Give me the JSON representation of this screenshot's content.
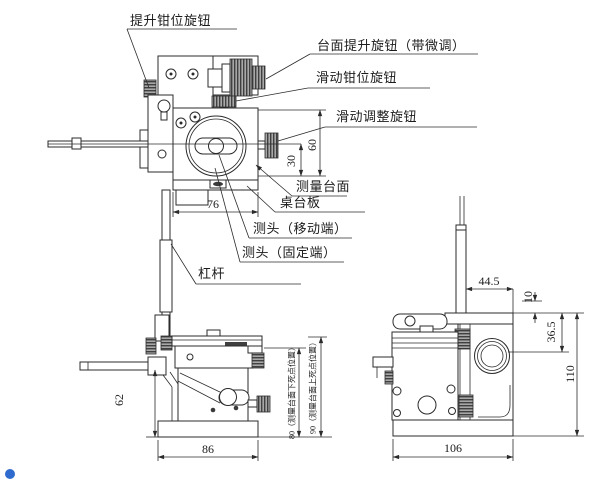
{
  "drawing": {
    "type": "engineering-orthographic-views",
    "labels": {
      "lift_clamp": "提升钳位旋钮",
      "table_lift": "台面提升旋钮（带微调）",
      "slide_clamp": "滑动钳位旋钮",
      "slide_adjust": "滑动调整旋钮",
      "measuring_table": "测量台面",
      "desk_plate": "桌台板",
      "probe_moving": "测头（移动端）",
      "probe_fixed": "测头（固定端）",
      "lever": "杠杆"
    },
    "dims": {
      "d60": "60",
      "d30": "30",
      "d76": "76",
      "d62": "62",
      "d86": "86",
      "d80": "80（测量台面下死点位置）",
      "d90": "90（测量台面上死点位置）",
      "d44_5": "44.5",
      "d10": "10",
      "d36_5": "36.5",
      "d110": "110",
      "d106": "106"
    },
    "colors": {
      "line": "#2b2b2b",
      "background": "#ffffff",
      "knurl_dark": "#404040",
      "knurl_light": "#a8a8a8",
      "watermark_dot": "#2f6bcf"
    }
  }
}
